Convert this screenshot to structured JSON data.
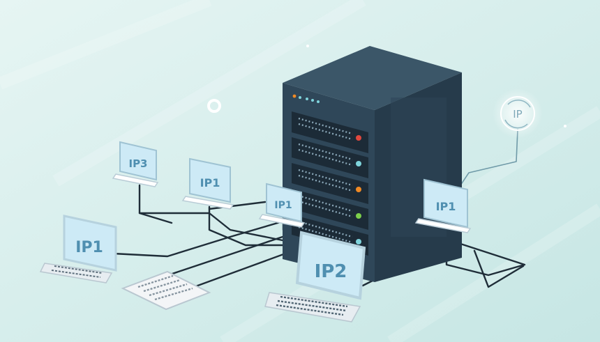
{
  "scene": {
    "labels": {
      "laptop_left": "IP1",
      "laptop_center": "IP2",
      "monitor_far_left": "IP3",
      "monitor_mid": "IP1",
      "monitor_near_server": "IP1",
      "monitor_right": "IP1",
      "ip_badge": "IP"
    }
  },
  "colors": {
    "background_top": "#e3f4f2",
    "background_bottom": "#c9e8e6",
    "server_front": "#2f4759",
    "server_side": "#263b4b",
    "screen": "#cdeaf6",
    "cable": "#1f2d38",
    "led_red": "#e0483e",
    "led_teal": "#7fd4dc",
    "led_orange": "#f08a24",
    "led_green": "#7ccf4b"
  }
}
